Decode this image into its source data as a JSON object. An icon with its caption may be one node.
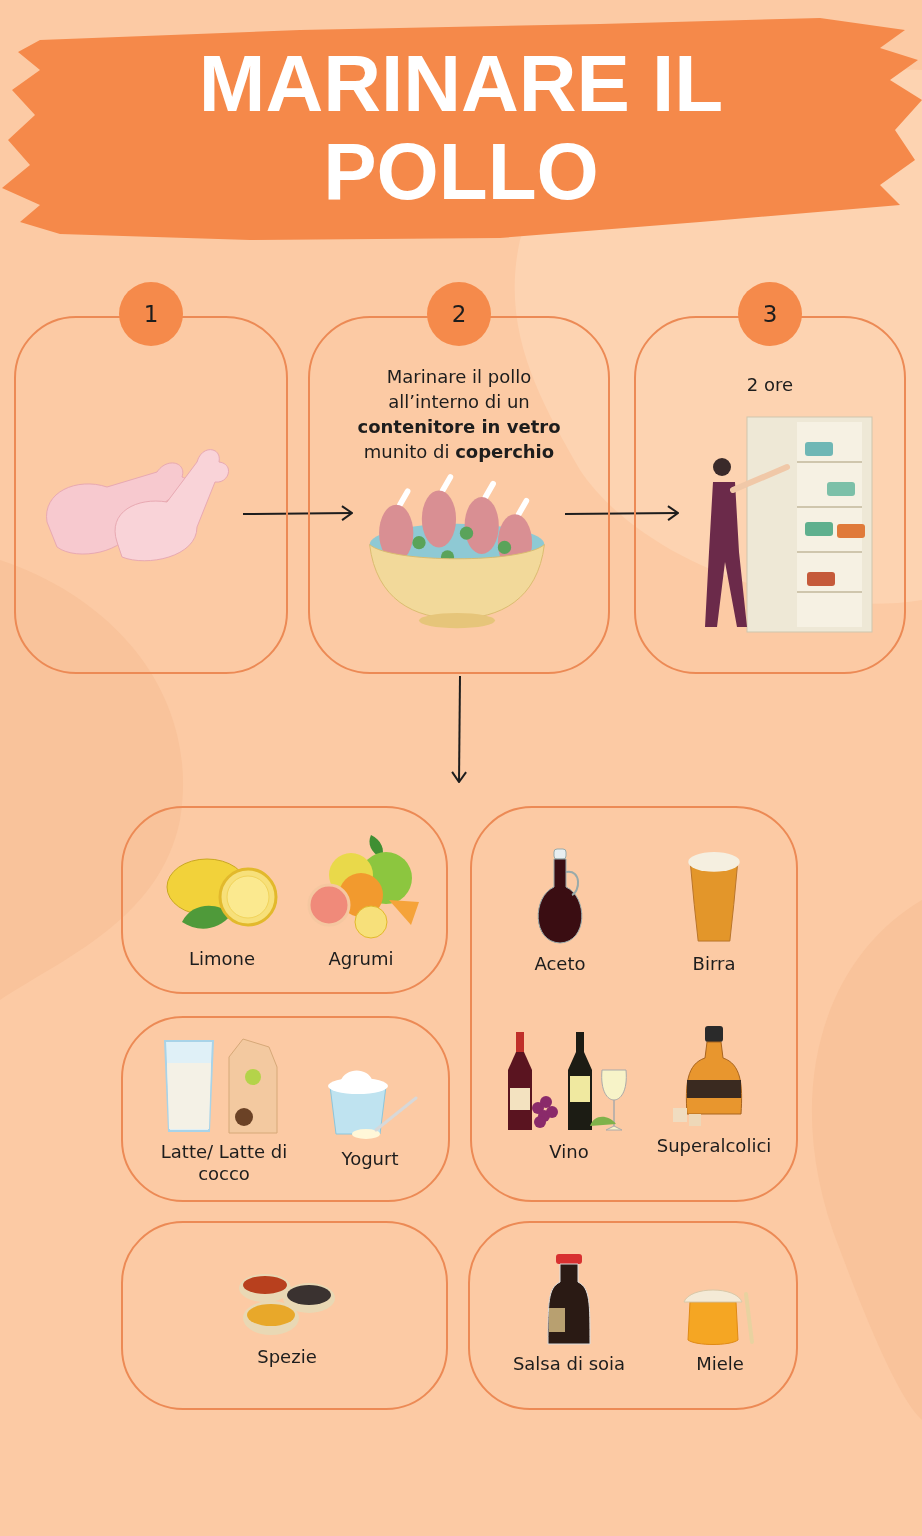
{
  "diagram": {
    "title": "MARINARE IL POLLO",
    "nodes": [
      {
        "text": [
          "1"
        ]
      },
      {
        "text": [
          "2",
          "Marinare il pollo all’interno di un **contenitore in vetro** munito di **coperchio**"
        ]
      },
      {
        "text": [
          "3",
          "2 ore"
        ]
      },
      {
        "text": [],
        "shape": "box"
      },
      {
        "text": [
          "Limone"
        ],
        "in": 3
      },
      {
        "text": [
          "Agrumi"
        ],
        "in": 3
      },
      {
        "text": [],
        "shape": "box"
      },
      {
        "text": [
          "Aceto"
        ],
        "in": 6
      },
      {
        "text": [
          "Birra"
        ],
        "in": 6
      },
      {
        "text": [
          "Vino"
        ],
        "in": 6
      },
      {
        "text": [
          "Superalcolici"
        ],
        "in": 6
      },
      {
        "text": [],
        "shape": "box"
      },
      {
        "text": [
          "Latte/ Latte di cocco"
        ],
        "in": 11
      },
      {
        "text": [
          "Yogurt"
        ],
        "in": 11
      },
      {
        "text": [],
        "shape": "box"
      },
      {
        "text": [
          "Spezie"
        ],
        "in": 14
      },
      {
        "text": [],
        "shape": "box"
      },
      {
        "text": [
          "Salsa di soia"
        ],
        "in": 16
      },
      {
        "text": [
          "Miele"
        ],
        "in": 16
      }
    ],
    "edges": [
      {
        "from": 0,
        "to": 1,
        "arrow": "to"
      },
      {
        "from": 1,
        "to": 2,
        "arrow": "to"
      },
      {
        "from": 1,
        "to": 3,
        "arrow": "to"
      }
    ]
  }
}
